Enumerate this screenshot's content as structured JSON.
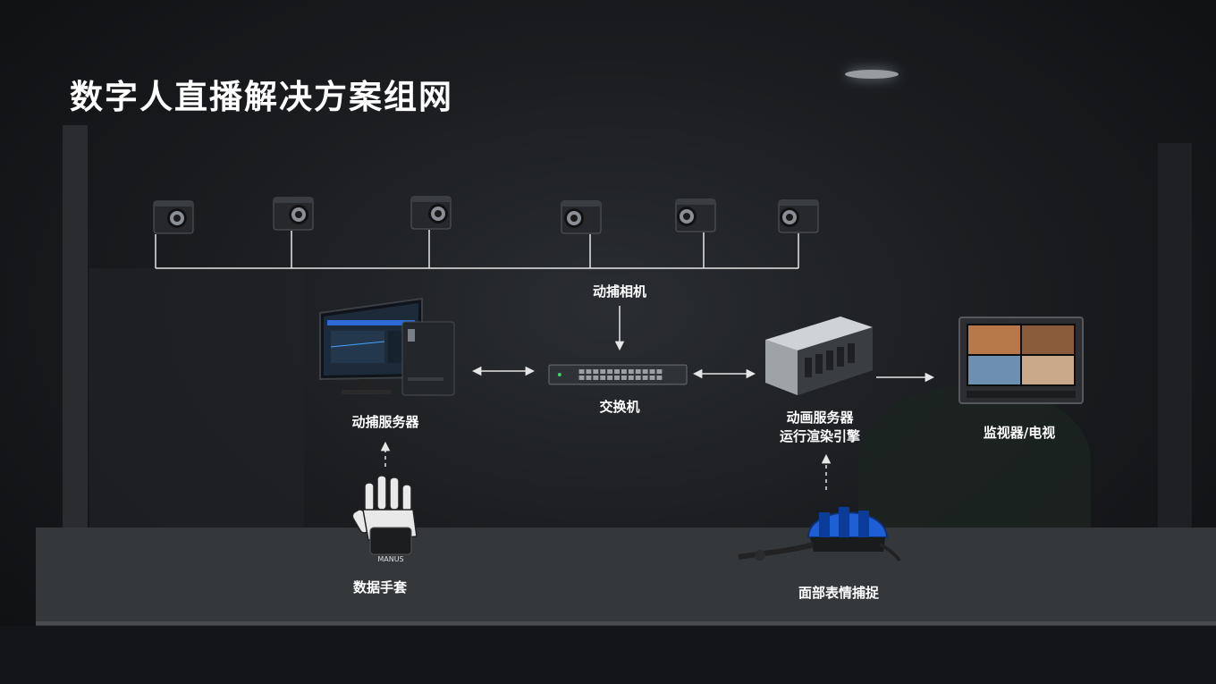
{
  "page": {
    "title": "数字人直播解决方案组网"
  },
  "nodes": {
    "cameras": {
      "label": "动捕相机",
      "count": 6
    },
    "switch": {
      "label": "交换机"
    },
    "mocap_server": {
      "label": "动捕服务器"
    },
    "anim_server": {
      "line1": "动画服务器",
      "line2": "运行渲染引擎"
    },
    "monitor": {
      "label": "监视器/电视"
    },
    "gloves": {
      "label": "数据手套",
      "brand": "MANUS"
    },
    "face_capture": {
      "label": "面部表情捕捉"
    }
  },
  "colors": {
    "background": "#1b1d20",
    "text": "#ffffff",
    "line": "#e6e6e6",
    "helmet": "#1f5fd6"
  }
}
